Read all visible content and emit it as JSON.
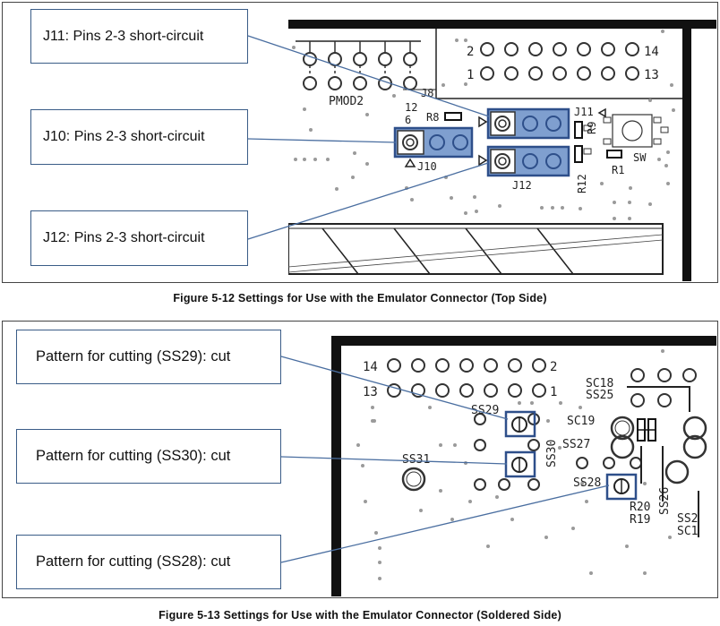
{
  "figure_top": {
    "caption": "Figure 5-12   Settings for Use with the Emulator Connector (Top Side)",
    "labels": {
      "j11": "J11: Pins 2-3 short-circuit",
      "j10": "J10: Pins 2-3 short-circuit",
      "j12": "J12: Pins 2-3 short-circuit"
    },
    "silkscreen": {
      "n2": "2",
      "n1": "1",
      "n14": "14",
      "n13": "13",
      "pmod2": "PMOD2",
      "n12": "12",
      "n6": "6",
      "j8": "J8",
      "r8": "R8",
      "j11": "J11",
      "r9": "R9",
      "j10": "J10",
      "j12": "J12",
      "r12": "R12",
      "r1": "R1",
      "sw": "SW"
    }
  },
  "figure_bottom": {
    "caption": "Figure 5-13   Settings for Use with the Emulator Connector (Soldered Side)",
    "labels": {
      "ss29": "Pattern for cutting (SS29): cut",
      "ss30": "Pattern for cutting (SS30): cut",
      "ss28": "Pattern for cutting (SS28): cut"
    },
    "silkscreen": {
      "n14": "14",
      "n13": "13",
      "n2": "2",
      "n1": "1",
      "ss29": "SS29",
      "ss30": "SS30",
      "ss31": "SS31",
      "ss27": "SS27",
      "ss28": "SS28",
      "sc18": "SC18",
      "ss25": "SS25",
      "sc19": "SC19",
      "r20": "R20",
      "r19": "R19",
      "ss26": "SS26",
      "ss2": "SS2",
      "sc1": "SC1"
    }
  },
  "colors": {
    "highlight": "#2e4f8a",
    "jumper_fill": "#7f9fcf",
    "leader": "#4a6ea0"
  }
}
